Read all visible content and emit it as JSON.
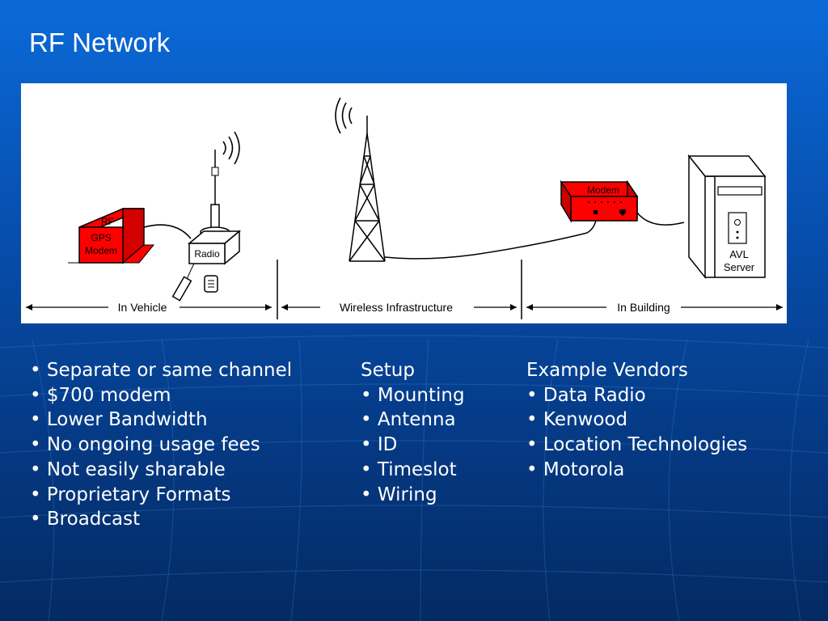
{
  "slide": {
    "title": "RF Network"
  },
  "diagram": {
    "devices": {
      "rf_modem": [
        "RF",
        "GPS",
        "Modem"
      ],
      "radio": "Radio",
      "building_modem": "Modem",
      "server": [
        "AVL",
        "Server"
      ]
    },
    "sections": {
      "vehicle": "In Vehicle",
      "wireless": "Wireless Infrastructure",
      "building": "In Building"
    },
    "colors": {
      "device_red": "#ff0000",
      "ink": "#000000",
      "panel": "#ffffff"
    }
  },
  "features": {
    "items": [
      "Separate or same channel",
      "$700 modem",
      "Lower Bandwidth",
      "No ongoing usage fees",
      "Not easily sharable",
      "Proprietary Formats",
      "Broadcast"
    ]
  },
  "setup": {
    "heading": "Setup",
    "items": [
      "Mounting",
      "Antenna",
      "ID",
      "Timeslot",
      "Wiring"
    ]
  },
  "vendors": {
    "heading": "Example Vendors",
    "items": [
      "Data Radio",
      "Kenwood",
      "Location Technologies",
      "Motorola"
    ]
  }
}
